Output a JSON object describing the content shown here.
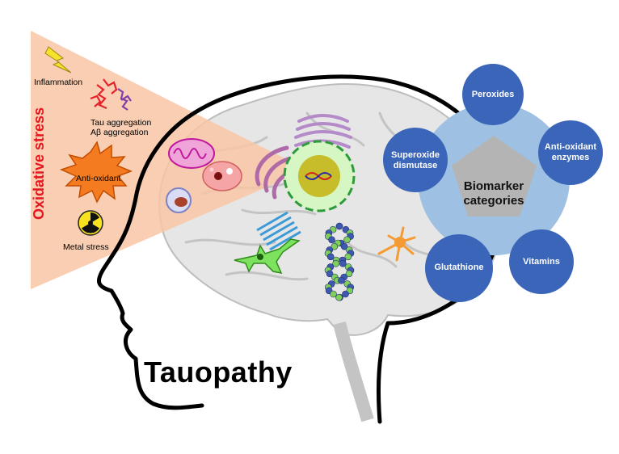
{
  "title": "Tauopathy",
  "oxidative_stress": {
    "label": "Oxidative stress",
    "items": {
      "inflammation": "Inflammation",
      "tau_aggregation": "Tau aggregation",
      "abeta_aggregation": "Aβ aggregation",
      "antioxidant": "Anti-oxidant",
      "metal_stress": "Metal stress"
    }
  },
  "biomarkers": {
    "center": "Biomarker\ncategories",
    "nodes": [
      {
        "label": "Peroxides"
      },
      {
        "label": "Anti-oxidant\nenzymes"
      },
      {
        "label": "Vitamins"
      },
      {
        "label": "Glutathione"
      },
      {
        "label": "Superoxide\ndismutase"
      }
    ]
  },
  "colors": {
    "node_fill": "#3a65b8",
    "ring_fill": "#9ec0e3",
    "pentagon_fill": "#b4b4b4",
    "oxidative_label": "#e5161d",
    "wedge_fill": "#f8c6a5"
  }
}
